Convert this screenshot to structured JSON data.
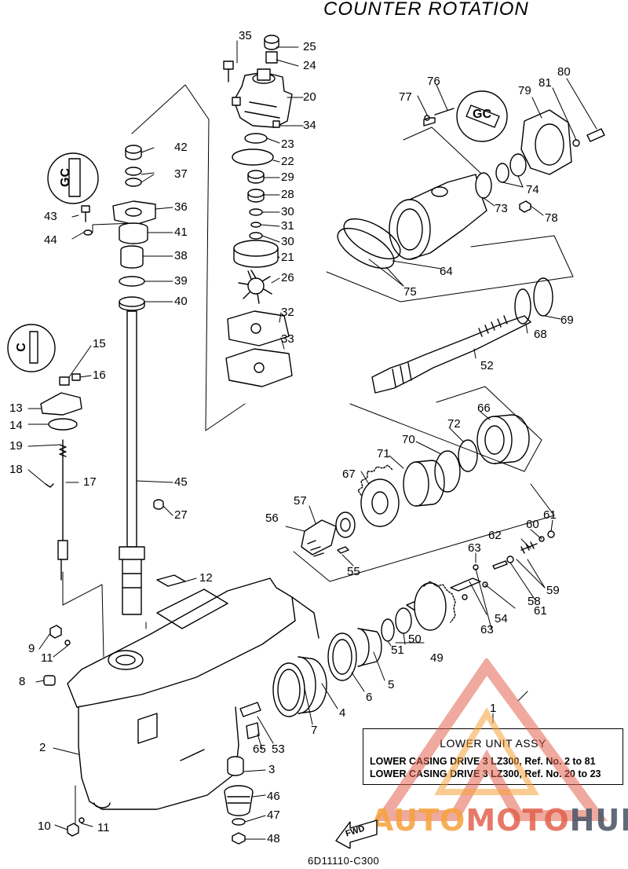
{
  "title": "COUNTER ROTATION",
  "footer_code": "6D11110-C300",
  "info_box": {
    "header": "LOWER  UNIT  ASSY",
    "row1": "LOWER CASING DRIVE 3 LZ300,   Ref. No. 2 to 81",
    "row2": "LOWER CASING DRIVE 3 LZ300,   Ref. No. 20 to 23"
  },
  "fwd_label": "FWD",
  "watermark": {
    "part1": "AUTO",
    "part2": "MOTO",
    "part3": "HUB"
  },
  "part_labels": [
    "1",
    "2",
    "3",
    "4",
    "5",
    "6",
    "7",
    "8",
    "9",
    "10",
    "11",
    "11",
    "12",
    "13",
    "14",
    "15",
    "16",
    "17",
    "18",
    "19",
    "20",
    "21",
    "22",
    "23",
    "24",
    "25",
    "26",
    "27",
    "28",
    "29",
    "30",
    "30",
    "31",
    "32",
    "33",
    "34",
    "35",
    "36",
    "37",
    "38",
    "39",
    "40",
    "41",
    "42",
    "43",
    "44",
    "45",
    "46",
    "47",
    "48",
    "49",
    "50",
    "51",
    "52",
    "53",
    "54",
    "55",
    "56",
    "57",
    "58",
    "59",
    "60",
    "61",
    "61",
    "62",
    "63",
    "63",
    "64",
    "65",
    "66",
    "67",
    "68",
    "69",
    "70",
    "71",
    "72",
    "73",
    "74",
    "75",
    "76",
    "77",
    "78",
    "79",
    "80",
    "81"
  ],
  "inset_glyphs": [
    "GC",
    "GC",
    "C"
  ],
  "colors": {
    "line": "#000000",
    "watermark_orange": "#f5a23b",
    "watermark_red": "#e2624e",
    "watermark_gray": "#505a6a"
  }
}
